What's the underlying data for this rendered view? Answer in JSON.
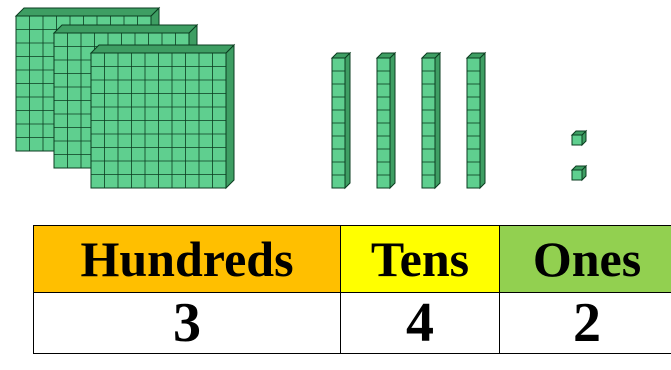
{
  "blocks": {
    "hundreds_count": 3,
    "tens_count": 4,
    "ones_count": 2,
    "block_fill": "#5fcf8f",
    "block_side": "#3e9e63",
    "block_line": "#0b3d20"
  },
  "table": {
    "headers": [
      {
        "label": "Hundreds",
        "color": "#ffbf00"
      },
      {
        "label": "Tens",
        "color": "#ffff00"
      },
      {
        "label": "Ones",
        "color": "#92d050"
      }
    ],
    "values": [
      "3",
      "4",
      "2"
    ]
  }
}
